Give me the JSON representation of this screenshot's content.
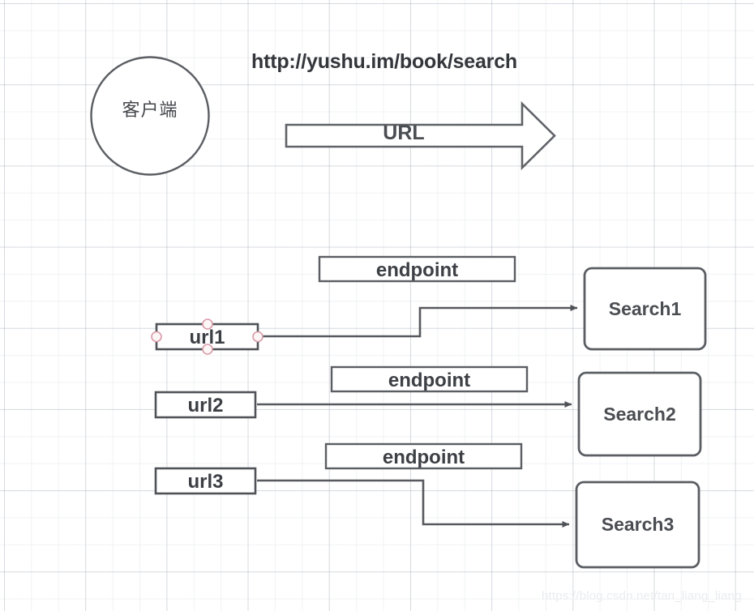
{
  "diagram": {
    "title_text": "http://yushu.im/book/search",
    "client_node": {
      "label": "客户端",
      "shape": "circle"
    },
    "block_arrow": {
      "label": "URL",
      "direction": "right"
    },
    "rows": [
      {
        "url_label": "url1",
        "endpoint_label": "endpoint",
        "target_label": "Search1",
        "connector": "stepped-up",
        "selected": true
      },
      {
        "url_label": "url2",
        "endpoint_label": "endpoint",
        "target_label": "Search2",
        "connector": "straight",
        "selected": false
      },
      {
        "url_label": "url3",
        "endpoint_label": "endpoint",
        "target_label": "Search3",
        "connector": "stepped-down",
        "selected": false
      }
    ],
    "watermark": "https://blog.csdn.net/tan_liang_liang"
  },
  "colors": {
    "stroke": "#5a5d62",
    "text": "#3c3f44",
    "fill": "#ffffff",
    "handle_stroke": "#d89ba8",
    "grid_minor": "#eef0f2",
    "grid_major": "#e2e5e9",
    "watermark": "#eaecef"
  }
}
